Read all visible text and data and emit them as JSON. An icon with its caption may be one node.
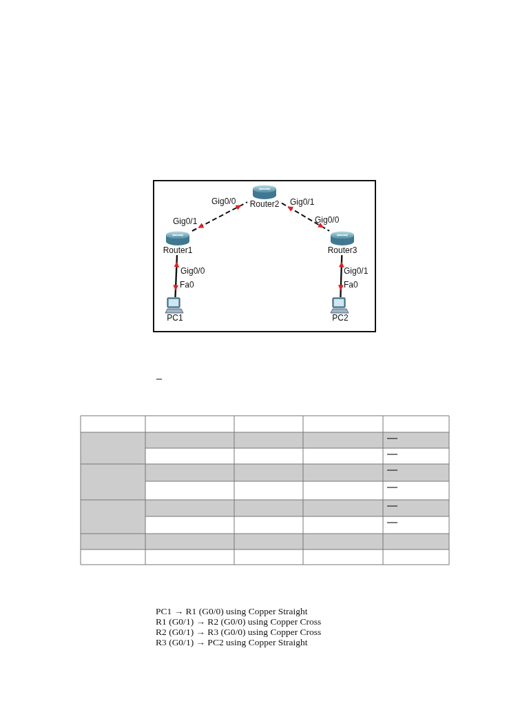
{
  "diagram": {
    "nodes": [
      {
        "text": [
          "Router2"
        ]
      },
      {
        "text": [
          "Router1"
        ]
      },
      {
        "text": [
          "Router3"
        ]
      },
      {
        "text": [
          "PC1"
        ]
      },
      {
        "text": [
          "PC2"
        ]
      }
    ],
    "edges": [
      {
        "from": 1,
        "to": 0,
        "arrow": "both",
        "style": "dashed"
      },
      {
        "from": 0,
        "to": 2,
        "arrow": "both",
        "style": "dashed"
      },
      {
        "from": 1,
        "to": 3,
        "arrow": "both"
      },
      {
        "from": 2,
        "to": 4,
        "arrow": "both"
      }
    ],
    "labels": [
      "Gig0/0",
      "Gig0/1",
      "Gig0/1",
      "Gig0/0",
      "Gig0/0",
      "Fa0",
      "Gig0/1",
      "Fa0",
      "PC1 → R1 (G0/0) using Copper Straight",
      "R1 (G0/1) → R2 (G0/0) using Copper Cross",
      "R2 (G0/1) → R3 (G0/0) using Copper Cross",
      "R3 (G0/1) → PC2 using Copper Straight"
    ]
  }
}
